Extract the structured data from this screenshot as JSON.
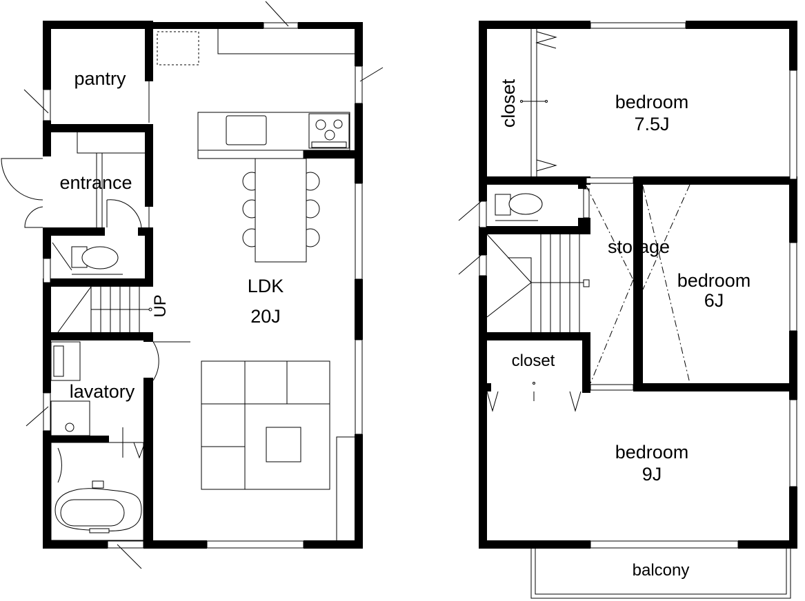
{
  "floor1": {
    "pantry": "pantry",
    "entrance": "entrance",
    "ldk_name": "LDK",
    "ldk_size": "20J",
    "lavatory": "lavatory",
    "stairs_up": "UP"
  },
  "floor2": {
    "closet_west": "closet",
    "bedroom_large_name": "bedroom",
    "bedroom_large_size": "7.5J",
    "storage": "storage",
    "bedroom_mid_name": "bedroom",
    "bedroom_mid_size": "6J",
    "closet_small": "closet",
    "bedroom_south_name": "bedroom",
    "bedroom_south_size": "9J",
    "balcony": "balcony"
  }
}
